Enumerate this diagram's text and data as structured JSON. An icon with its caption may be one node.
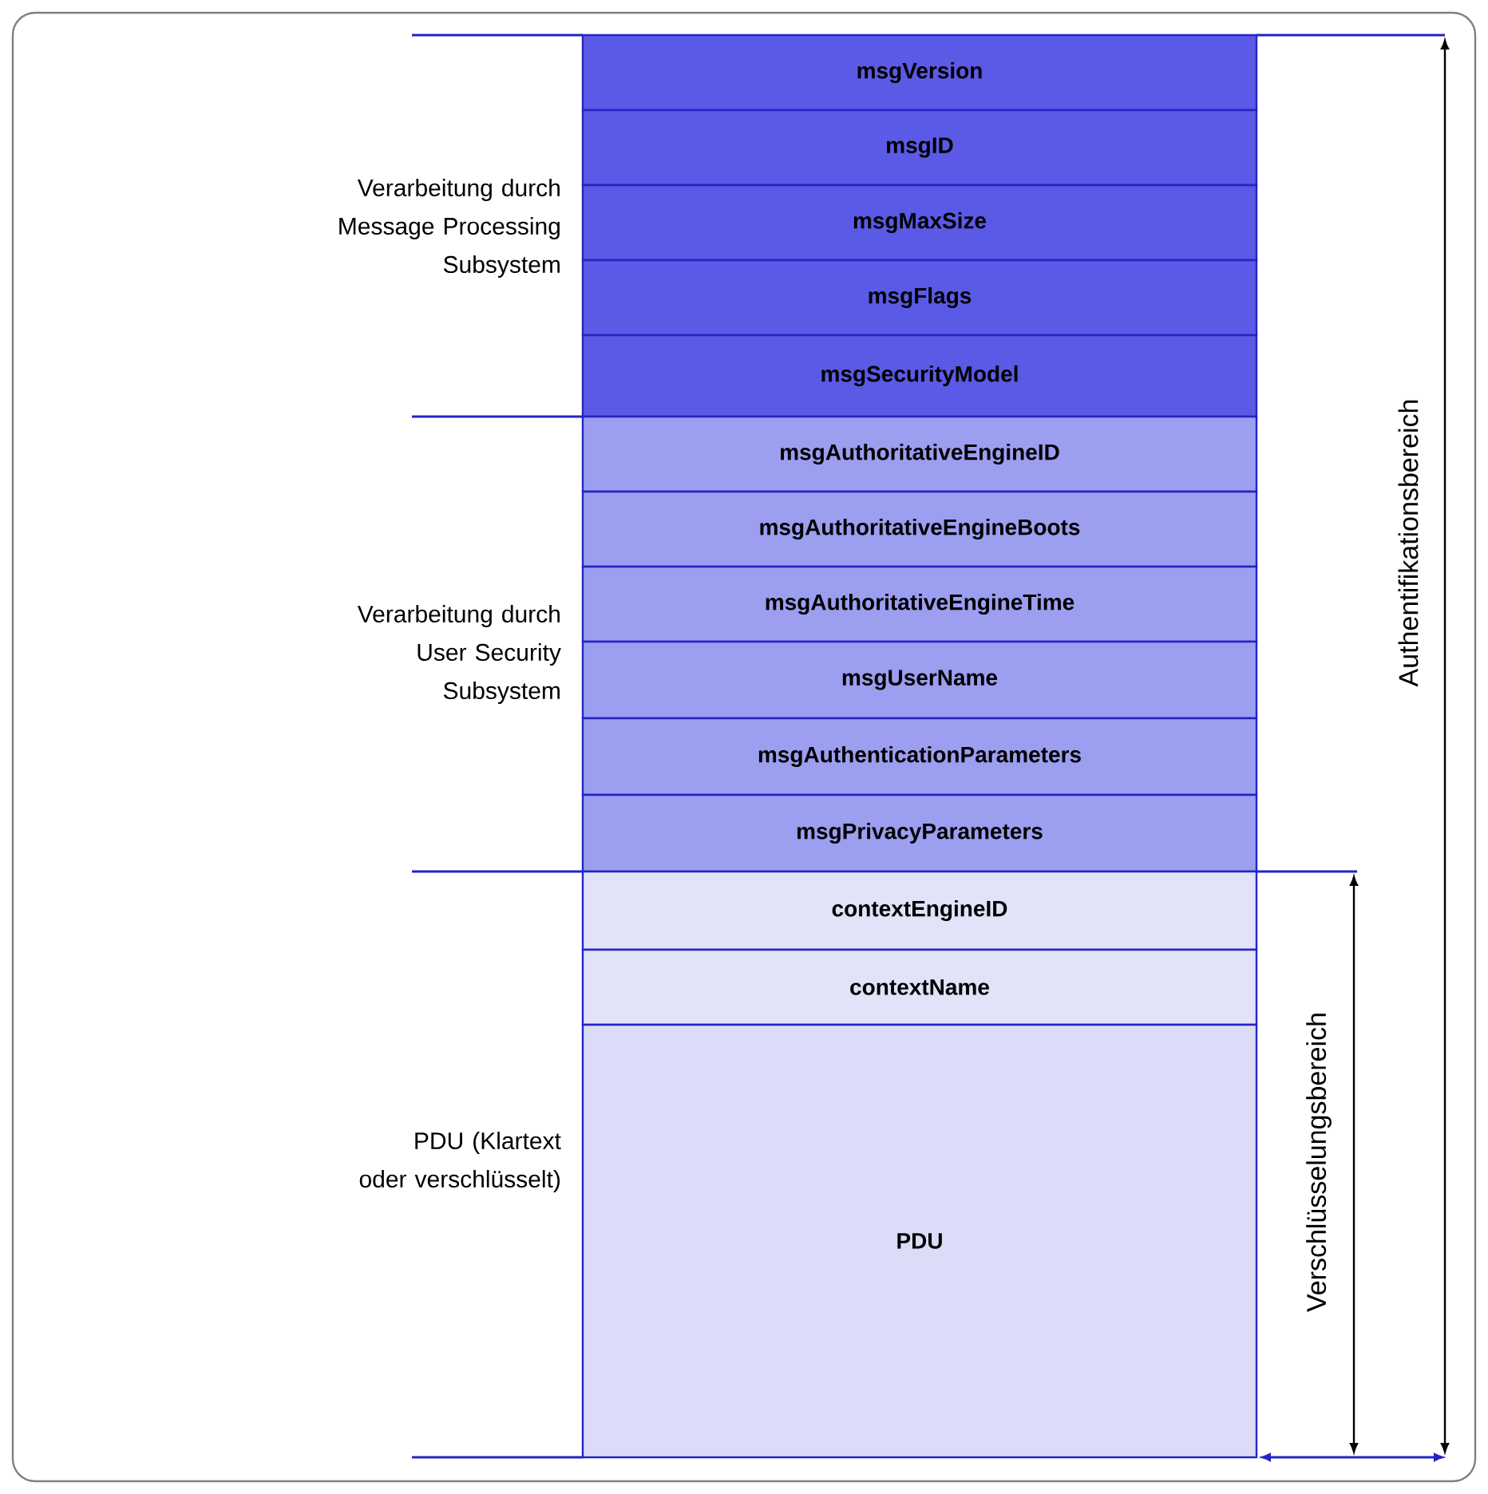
{
  "diagram": {
    "nodes": [
      {
        "text": [
          "msgVersion"
        ]
      },
      {
        "text": [
          "msgID"
        ]
      },
      {
        "text": [
          "msgMaxSize"
        ]
      },
      {
        "text": [
          "msgFlags"
        ]
      },
      {
        "text": [
          "msgSecurityModel"
        ]
      },
      {
        "text": [
          "msgAuthoritativeEngineID"
        ]
      },
      {
        "text": [
          "msgAuthoritativeEngineBoots"
        ]
      },
      {
        "text": [
          "msgAuthoritativeEngineTime"
        ]
      },
      {
        "text": [
          "msgUserName"
        ]
      },
      {
        "text": [
          "msgAuthenticationParameters"
        ]
      },
      {
        "text": [
          "msgPrivacyParameters"
        ]
      },
      {
        "text": [
          "contextEngineID"
        ]
      },
      {
        "text": [
          "contextName"
        ]
      },
      {
        "text": [
          "PDU"
        ]
      }
    ],
    "labels": [
      "Verarbeitung durch Message Processing Subsystem",
      "Verarbeitung durch User Security Subsystem",
      "PDU (Klartext oder verschlüsselt)",
      "Authentifikationsbereich",
      "Verschlüsselungsbereich"
    ]
  }
}
